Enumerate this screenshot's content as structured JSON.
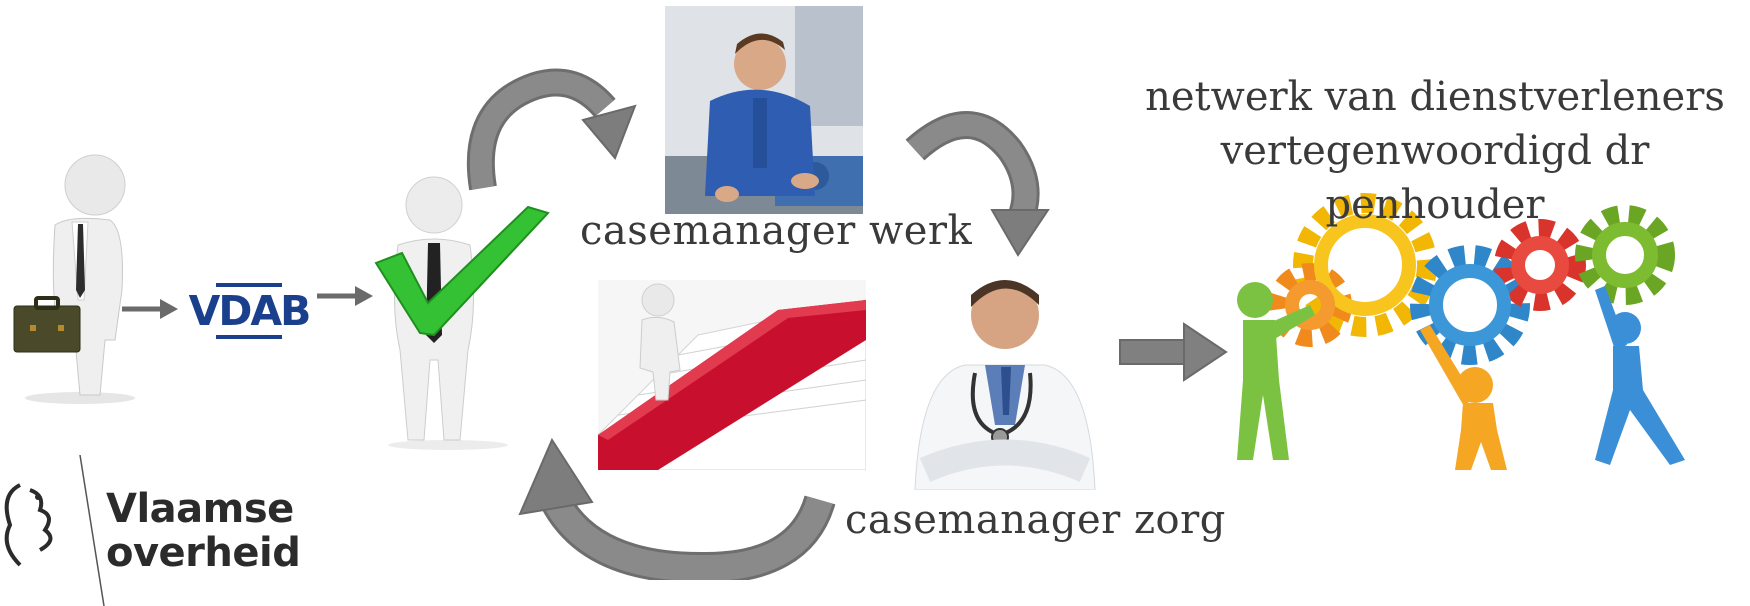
{
  "diagram": {
    "nodes": {
      "vdab": {
        "label": "VDAB"
      },
      "werk": {
        "caption": "casemanager werk"
      },
      "zorg": {
        "caption": "casemanager zorg"
      },
      "network": {
        "lines": [
          "netwerk van dienstverleners",
          "vertegenwoordigd dr",
          "penhouder"
        ]
      }
    }
  },
  "logo": {
    "lines": [
      "Vlaamse",
      "overheid"
    ]
  },
  "colors": {
    "arrow_gray": "#7d7d7d",
    "vdab_blue": "#1a3f8c",
    "check_green": "#2fbf2f",
    "carpet_red": "#c8102e",
    "gear_yellow": "#f2b705",
    "gear_orange": "#f08a1c",
    "gear_blue": "#2f86c8",
    "gear_red": "#d9342b",
    "gear_green": "#6aa524"
  },
  "icons": [
    "businessman-with-briefcase",
    "approved-check-figure",
    "worker-photo",
    "stairs-red-carpet",
    "doctor-photo",
    "teamwork-gears",
    "flemish-lion-logo"
  ]
}
